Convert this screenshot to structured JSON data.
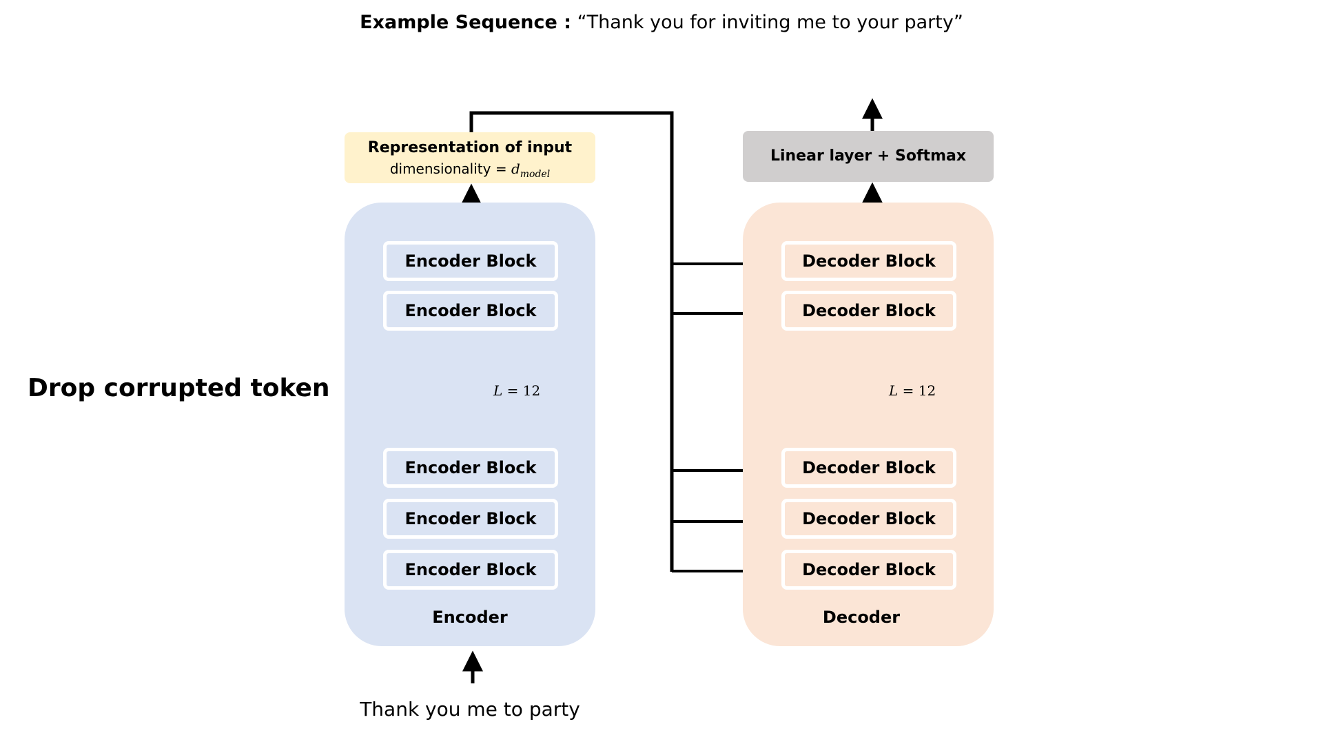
{
  "header": {
    "label": "Example Sequence :",
    "sequence": "“Thank you for inviting me to your party”"
  },
  "side_caption": "Drop corrupted token",
  "representation": {
    "title": "Representation of input",
    "subtitle_prefix": "dimensionality = ",
    "symbol": "d",
    "subscript": "model"
  },
  "linear_layer": "Linear layer + Softmax",
  "encoder": {
    "title": "Encoder",
    "blocks": [
      "Encoder Block",
      "Encoder Block",
      "Encoder Block",
      "Encoder Block",
      "Encoder Block"
    ],
    "layers_var": "L",
    "layers_eq": " = 12"
  },
  "decoder": {
    "title": "Decoder",
    "blocks": [
      "Decoder Block",
      "Decoder Block",
      "Decoder Block",
      "Decoder Block",
      "Decoder Block"
    ],
    "layers_var": "L",
    "layers_eq": " = 12"
  },
  "input_text": "Thank you me to party"
}
